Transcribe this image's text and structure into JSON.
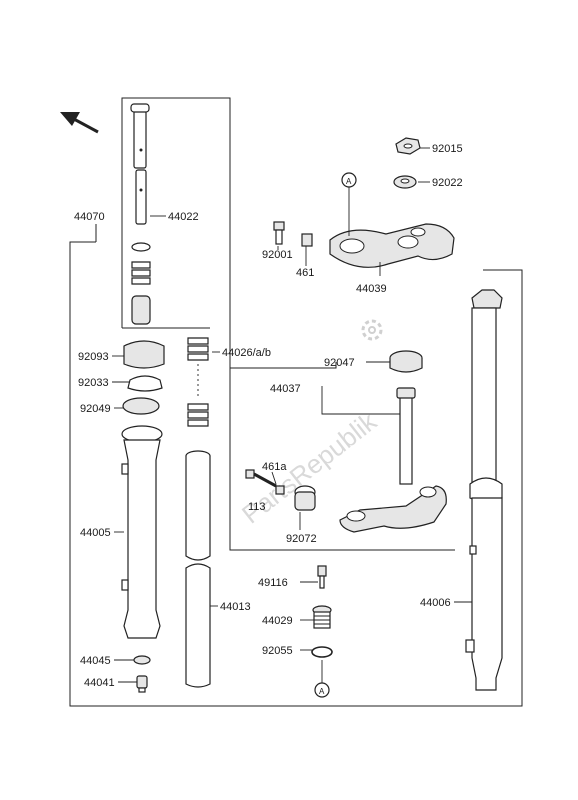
{
  "labels": {
    "p44070": "44070",
    "p44022": "44022",
    "p92015": "92015",
    "p92022": "92022",
    "p92001": "92001",
    "p461": "461",
    "p44039": "44039",
    "p92093": "92093",
    "p44026": "44026/a/b",
    "p92033": "92033",
    "p92049": "92049",
    "p92047": "92047",
    "p44037": "44037",
    "p461a": "461a",
    "p113": "113",
    "p44005": "44005",
    "p92072": "92072",
    "p49116": "49116",
    "p44013": "44013",
    "p44029": "44029",
    "p44006": "44006",
    "p92055": "92055",
    "p44045": "44045",
    "p44041": "44041",
    "refA_top": "A",
    "refA_bottom": "A"
  },
  "watermark": "PartsRepublik",
  "colors": {
    "line": "#222222",
    "fill_light": "#e6e6e6",
    "watermark": "#d9d9d9"
  },
  "icons": {
    "direction": "front-direction-arrow-icon",
    "gear": "gear-icon"
  }
}
